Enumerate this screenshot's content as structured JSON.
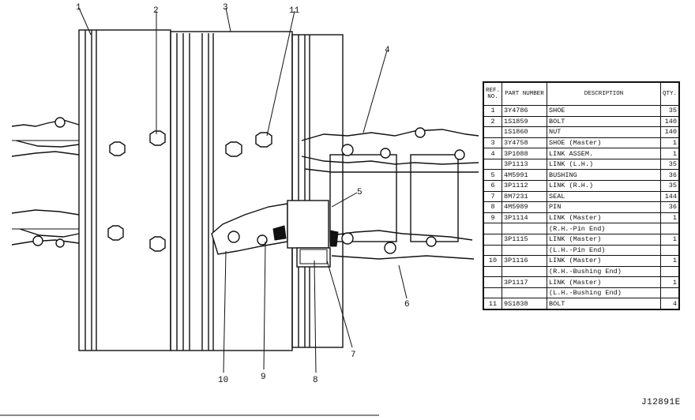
{
  "callouts": [
    "1",
    "2",
    "3",
    "11",
    "4",
    "5",
    "6",
    "7",
    "8",
    "9",
    "10"
  ],
  "table": {
    "headers": {
      "ref": "REF. NO.",
      "part": "PART NUMBER",
      "desc": "DESCRIPTION",
      "qty": "QTY."
    },
    "rows": [
      {
        "ref": "1",
        "part": "3Y4786",
        "desc": "SHOE",
        "qty": "35"
      },
      {
        "ref": "2",
        "part": "1S1859",
        "desc": "BOLT",
        "qty": "140"
      },
      {
        "ref": "",
        "part": "1S1860",
        "desc": "NUT",
        "qty": "140"
      },
      {
        "ref": "3",
        "part": "3Y4758",
        "desc": "SHOE (Master)",
        "qty": "1"
      },
      {
        "ref": "4",
        "part": "3P1088",
        "desc": "LINK ASSEM.",
        "qty": "1"
      },
      {
        "ref": "",
        "part": "3P1113",
        "desc": "LINK (L.H.)",
        "qty": "35"
      },
      {
        "ref": "5",
        "part": "4M5991",
        "desc": "BUSHING",
        "qty": "36"
      },
      {
        "ref": "6",
        "part": "3P1112",
        "desc": "LINK (R.H.)",
        "qty": "35"
      },
      {
        "ref": "7",
        "part": "8M7231",
        "desc": "SEAL",
        "qty": "144"
      },
      {
        "ref": "8",
        "part": "4M5989",
        "desc": "PIN",
        "qty": "36"
      },
      {
        "ref": "9",
        "part": "3P1114",
        "desc": "LINK (Master)",
        "qty": "1"
      },
      {
        "ref": "",
        "part": "",
        "desc": "(R.H.-Pin End)",
        "qty": ""
      },
      {
        "ref": "",
        "part": "3P1115",
        "desc": "LINK (Master)",
        "qty": "1"
      },
      {
        "ref": "",
        "part": "",
        "desc": "(L.H.-Pin End)",
        "qty": ""
      },
      {
        "ref": "10",
        "part": "3P1116",
        "desc": "LINK (Master)",
        "qty": "1"
      },
      {
        "ref": "",
        "part": "",
        "desc": "(R.H.-Bushing End)",
        "qty": ""
      },
      {
        "ref": "",
        "part": "3P1117",
        "desc": "LINK (Master)",
        "qty": "1"
      },
      {
        "ref": "",
        "part": "",
        "desc": "(L.H.-Bushing End)",
        "qty": ""
      },
      {
        "ref": "11",
        "part": "9S1838",
        "desc": "BOLT",
        "qty": "4"
      }
    ]
  },
  "drawing_number": "J12891E"
}
